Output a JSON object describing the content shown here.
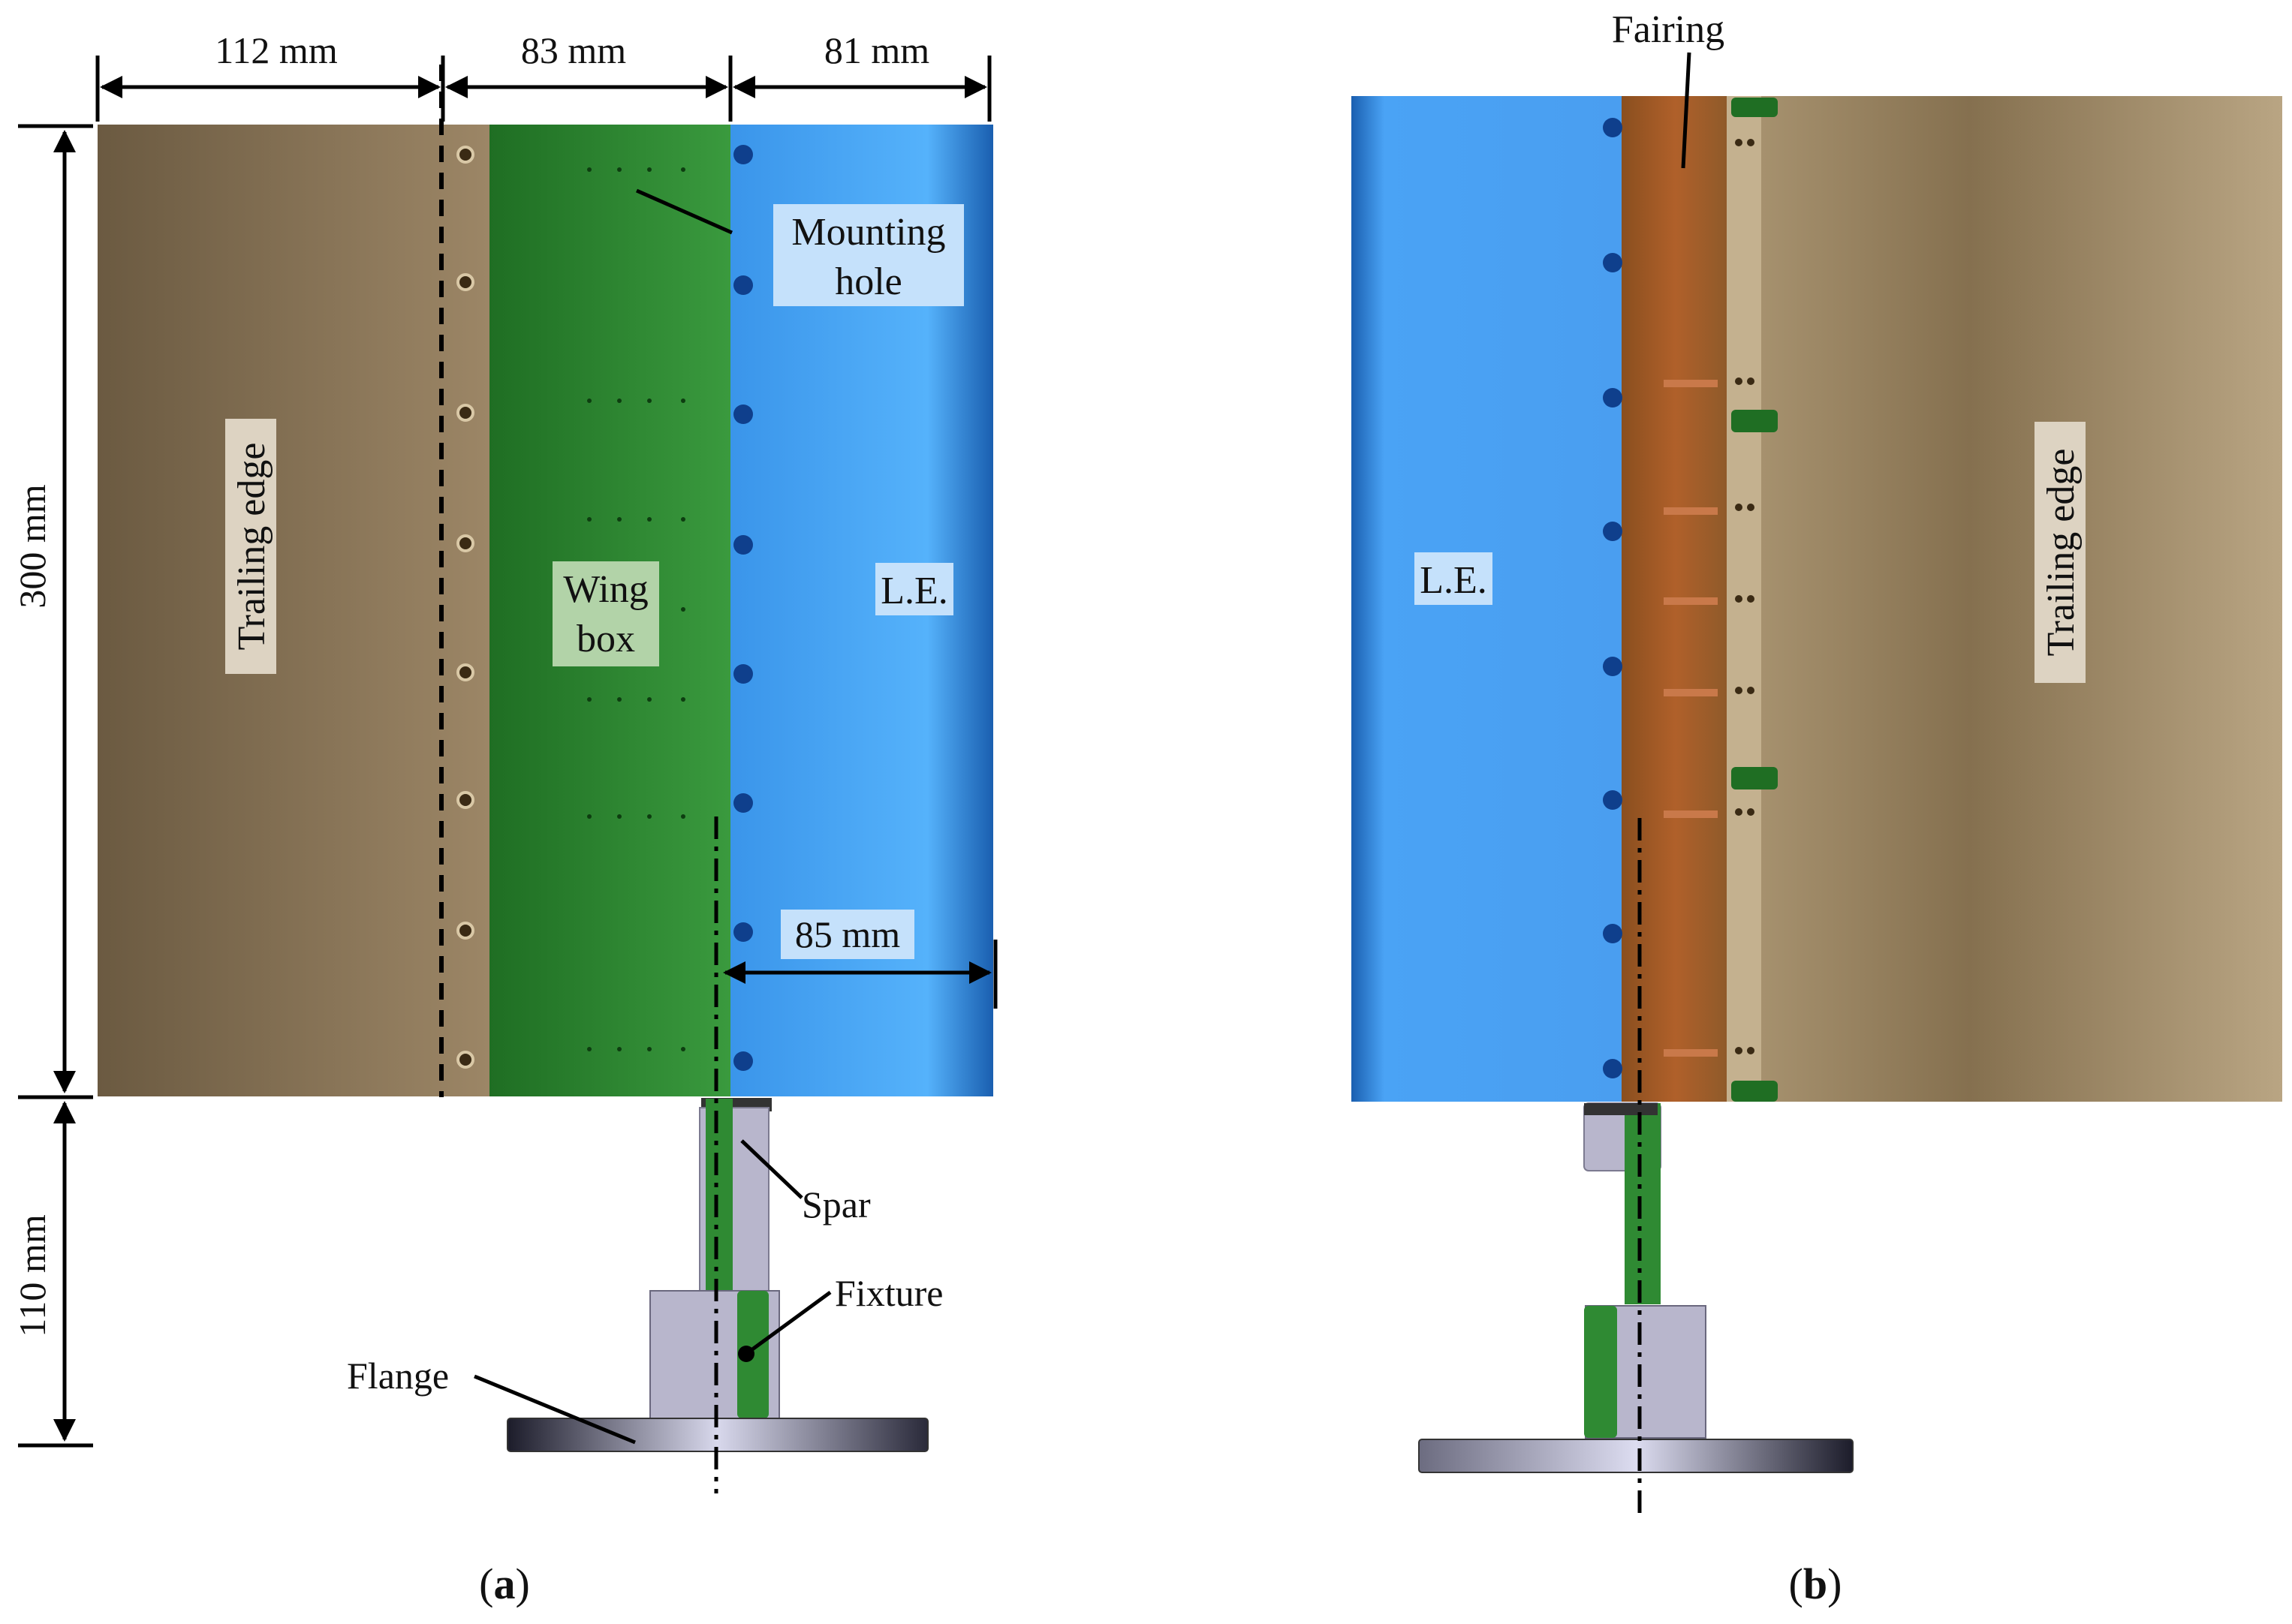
{
  "panel_a": {
    "caption_open": "(",
    "caption_letter": "a",
    "caption_close": ")",
    "dim_top_1": "112 mm",
    "dim_top_2": "83 mm",
    "dim_top_3": "81 mm",
    "dim_left_span": "300 mm",
    "dim_left_root": "110 mm",
    "dim_le_width": "85 mm",
    "trailing_edge_label": "Trailing edge",
    "wing_box_line1": "Wing",
    "wing_box_line2": "box",
    "le_label": "L.E.",
    "mounting_hole_line1": "Mounting",
    "mounting_hole_line2": "hole",
    "spar_label": "Spar",
    "fixture_label": "Fixture",
    "flange_label": "Flange"
  },
  "panel_b": {
    "caption_open": "(",
    "caption_letter": "b",
    "caption_close": ")",
    "fairing_label": "Fairing",
    "le_label": "L.E.",
    "trailing_edge_label": "Trailing edge"
  },
  "colors": {
    "trailing_edge_dark": "#6f5c42",
    "trailing_edge_light": "#b29c7a",
    "wing_box_green": "#2e7d32",
    "leading_edge_blue": "#3f9ef0",
    "fairing_orange": "#a8581f",
    "fixture_grey": "#b8b6cc",
    "label_box_blue": "#c5e1fb",
    "label_box_tan": "#ddd3c2"
  }
}
